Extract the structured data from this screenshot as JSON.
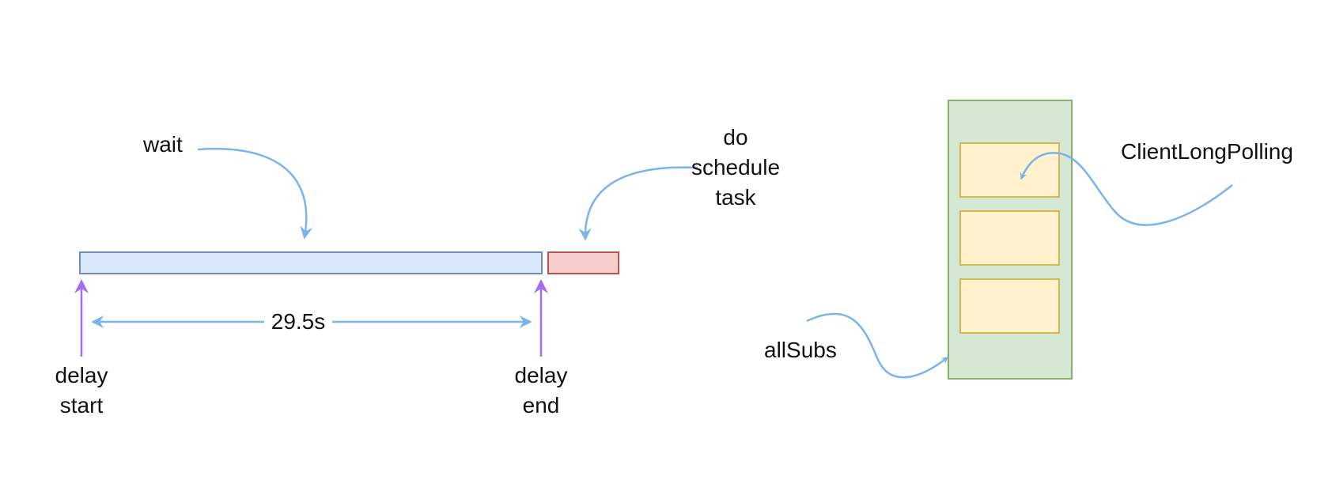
{
  "labels": {
    "wait": "wait",
    "do_schedule_task": [
      "do",
      "schedule",
      "task"
    ],
    "duration": "29.5s",
    "delay_start": [
      "delay",
      "start"
    ],
    "delay_end": [
      "delay",
      "end"
    ],
    "client_long_polling": "ClientLongPolling",
    "all_subs": "allSubs"
  },
  "colors": {
    "wait_bar_fill": "#dae8fc",
    "wait_bar_stroke": "#6c8ebf",
    "task_bar_fill": "#f8cecc",
    "task_bar_stroke": "#b85450",
    "marker_arrow": "#a46cf0",
    "curve_arrow": "#7ab4ea",
    "container_fill": "#d5e8d4",
    "container_stroke": "#82b366",
    "slot_fill": "#fff2cc",
    "slot_stroke": "#d6b656"
  }
}
